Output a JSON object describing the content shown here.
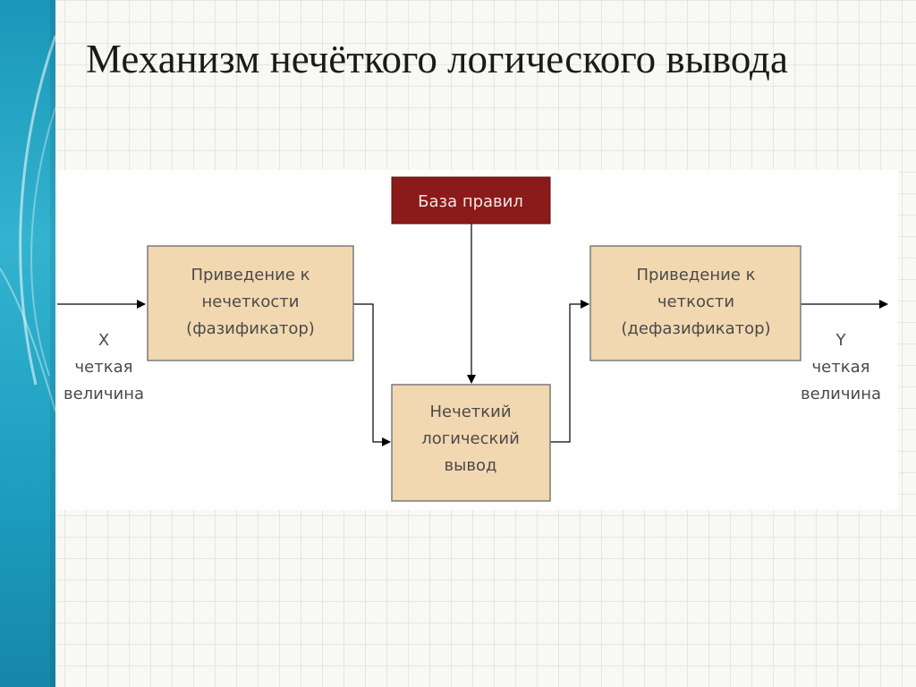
{
  "slide": {
    "title": "Механизм нечёткого логического вывода"
  },
  "diagram": {
    "nodes": {
      "rule_base": {
        "label": "База правил",
        "color": "#8b1a1a",
        "text_color": "#f2e6e6"
      },
      "fuzzifier": {
        "lines": [
          "Приведение к",
          "нечеткости",
          "(фазификатор)"
        ],
        "color": "#f2d8b0"
      },
      "inference": {
        "lines": [
          "Нечеткий",
          "логический",
          "вывод"
        ],
        "color": "#f2d8b0"
      },
      "defuzzifier": {
        "lines": [
          "Приведение к",
          "четкости",
          "(дефазификатор)"
        ],
        "color": "#f2d8b0"
      }
    },
    "input_label": {
      "lines": [
        "X",
        "четкая",
        "величина"
      ]
    },
    "output_label": {
      "lines": [
        "Y",
        "четкая",
        "величина"
      ]
    }
  },
  "colors": {
    "accent_band": "#1a97b8",
    "box_border": "#7a7a7a",
    "arrow": "#000000"
  }
}
